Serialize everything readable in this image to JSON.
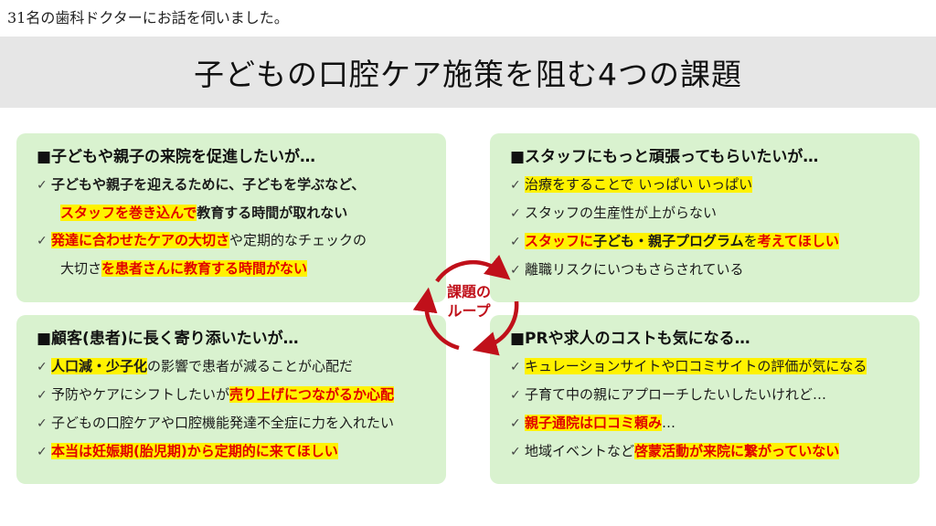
{
  "caption": "31名の歯科ドクターにお話を伺いました。",
  "title": "子どもの口腔ケア施策を阻む4つの課題",
  "loop_label": [
    "課題の",
    "ループ"
  ],
  "panels": {
    "top_left": {
      "heading": "■子どもや親子の来院を促進したいが…",
      "items": [
        {
          "segments": [
            {
              "text": "子どもや親子を迎えるために、子どもを学ぶなど、",
              "style": "bold"
            }
          ],
          "cont": [
            {
              "text": "スタッフを巻き込んで",
              "style": "hl-red"
            },
            {
              "text": "教育する時間が取れない",
              "style": "bold"
            }
          ]
        },
        {
          "segments": [
            {
              "text": "発達に合わせたケアの大切さ",
              "style": "hl-red"
            },
            {
              "text": "や定期的なチェックの",
              "style": ""
            }
          ],
          "cont": [
            {
              "text": "大切さ",
              "style": ""
            },
            {
              "text": "を患者さんに教育する時間がない",
              "style": "hl-red"
            }
          ]
        }
      ]
    },
    "top_right": {
      "heading": "■スタッフにもっと頑張ってもらいたいが…",
      "items": [
        {
          "segments": [
            {
              "text": "治療をすることで いっぱい いっぱい",
              "style": "hl"
            }
          ]
        },
        {
          "segments": [
            {
              "text": "スタッフの生産性が上がらない",
              "style": ""
            }
          ]
        },
        {
          "segments": [
            {
              "text": "スタッフに",
              "style": "hl-red"
            },
            {
              "text": "子ども・親子プログラム",
              "style": "hl bold"
            },
            {
              "text": "を",
              "style": "hl"
            },
            {
              "text": "考えてほしい",
              "style": "hl-red"
            }
          ]
        },
        {
          "segments": [
            {
              "text": "離職リスクにいつもさらされている",
              "style": ""
            }
          ]
        }
      ]
    },
    "bottom_left": {
      "heading": "■顧客(患者)に長く寄り添いたいが…",
      "items": [
        {
          "segments": [
            {
              "text": "人口減・少子化",
              "style": "hl bold"
            },
            {
              "text": "の影響で患者が減ることが心配だ",
              "style": ""
            }
          ]
        },
        {
          "segments": [
            {
              "text": "予防やケアにシフトしたいが",
              "style": ""
            },
            {
              "text": "売り上げにつながるか心配",
              "style": "hl-red"
            }
          ]
        },
        {
          "segments": [
            {
              "text": "子どもの口腔ケアや口腔機能発達不全症に力を入れたい",
              "style": ""
            }
          ]
        },
        {
          "segments": [
            {
              "text": "本当は妊娠期(胎児期)から定期的に来てほしい",
              "style": "hl-red"
            }
          ]
        }
      ]
    },
    "bottom_right": {
      "heading": "■PRや求人のコストも気になる…",
      "items": [
        {
          "segments": [
            {
              "text": "キュレーションサイトや口コミサイトの評価が気になる",
              "style": "hl"
            }
          ]
        },
        {
          "segments": [
            {
              "text": "子育て中の親にアプローチしたいしたいけれど…",
              "style": ""
            }
          ]
        },
        {
          "segments": [
            {
              "text": "親子通院は口コミ頼み",
              "style": "hl-red"
            },
            {
              "text": "…",
              "style": ""
            }
          ]
        },
        {
          "segments": [
            {
              "text": "地域イベントなど",
              "style": ""
            },
            {
              "text": "啓蒙活動が来院に繋がっていない",
              "style": "hl-red"
            }
          ]
        }
      ]
    }
  },
  "check_glyph": "✓",
  "colors": {
    "panel_bg": "#d9f2cf",
    "highlight": "#fff200",
    "emphasis_red": "#e00000",
    "loop_red": "#c0101a",
    "title_bar": "#e6e6e6"
  },
  "icons": [
    "check-icon",
    "cycle-arrows-icon"
  ]
}
